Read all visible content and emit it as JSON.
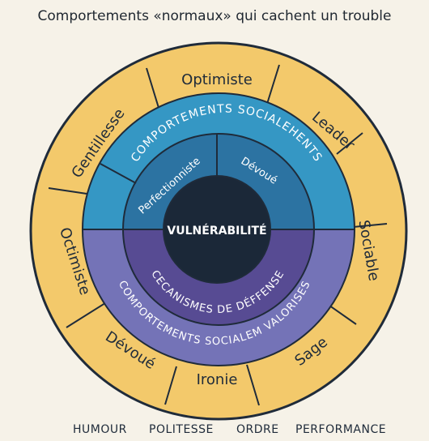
{
  "title": "Comportements «normaux» qui cachent un trouble",
  "center": "VULNÉRABILITÉ",
  "inner_ring": {
    "top_left": "Perfectionniste",
    "top_right": "Dévoué",
    "bottom": "CECANISMES DE DÉFFENSE"
  },
  "middle_ring": {
    "top": "COMPORTEMENTS SOCIALEHENTS",
    "bottom": "COMPORTEMENTS SOCIALEM VALORISES"
  },
  "outer_ring": {
    "top": "Optimiste",
    "top_right": "Leader",
    "right": "Sociable",
    "bottom_right": "Sage",
    "bottom": "Ironie",
    "bottom_left": "Dévoué",
    "left": "Octimiste",
    "top_left": "Gentillesse"
  },
  "bottom_labels": [
    "HUMOUR",
    "POLITESSE",
    "ORDRE",
    "PERFORMANCE"
  ],
  "colors": {
    "outer_yellow": "#f3c96b",
    "middle_blue": "#3597c4",
    "middle_purple": "#7473b7",
    "inner_blue": "#2c73a2",
    "inner_purple": "#574b93",
    "center": "#1b2838",
    "background": "#f6f2e8"
  }
}
